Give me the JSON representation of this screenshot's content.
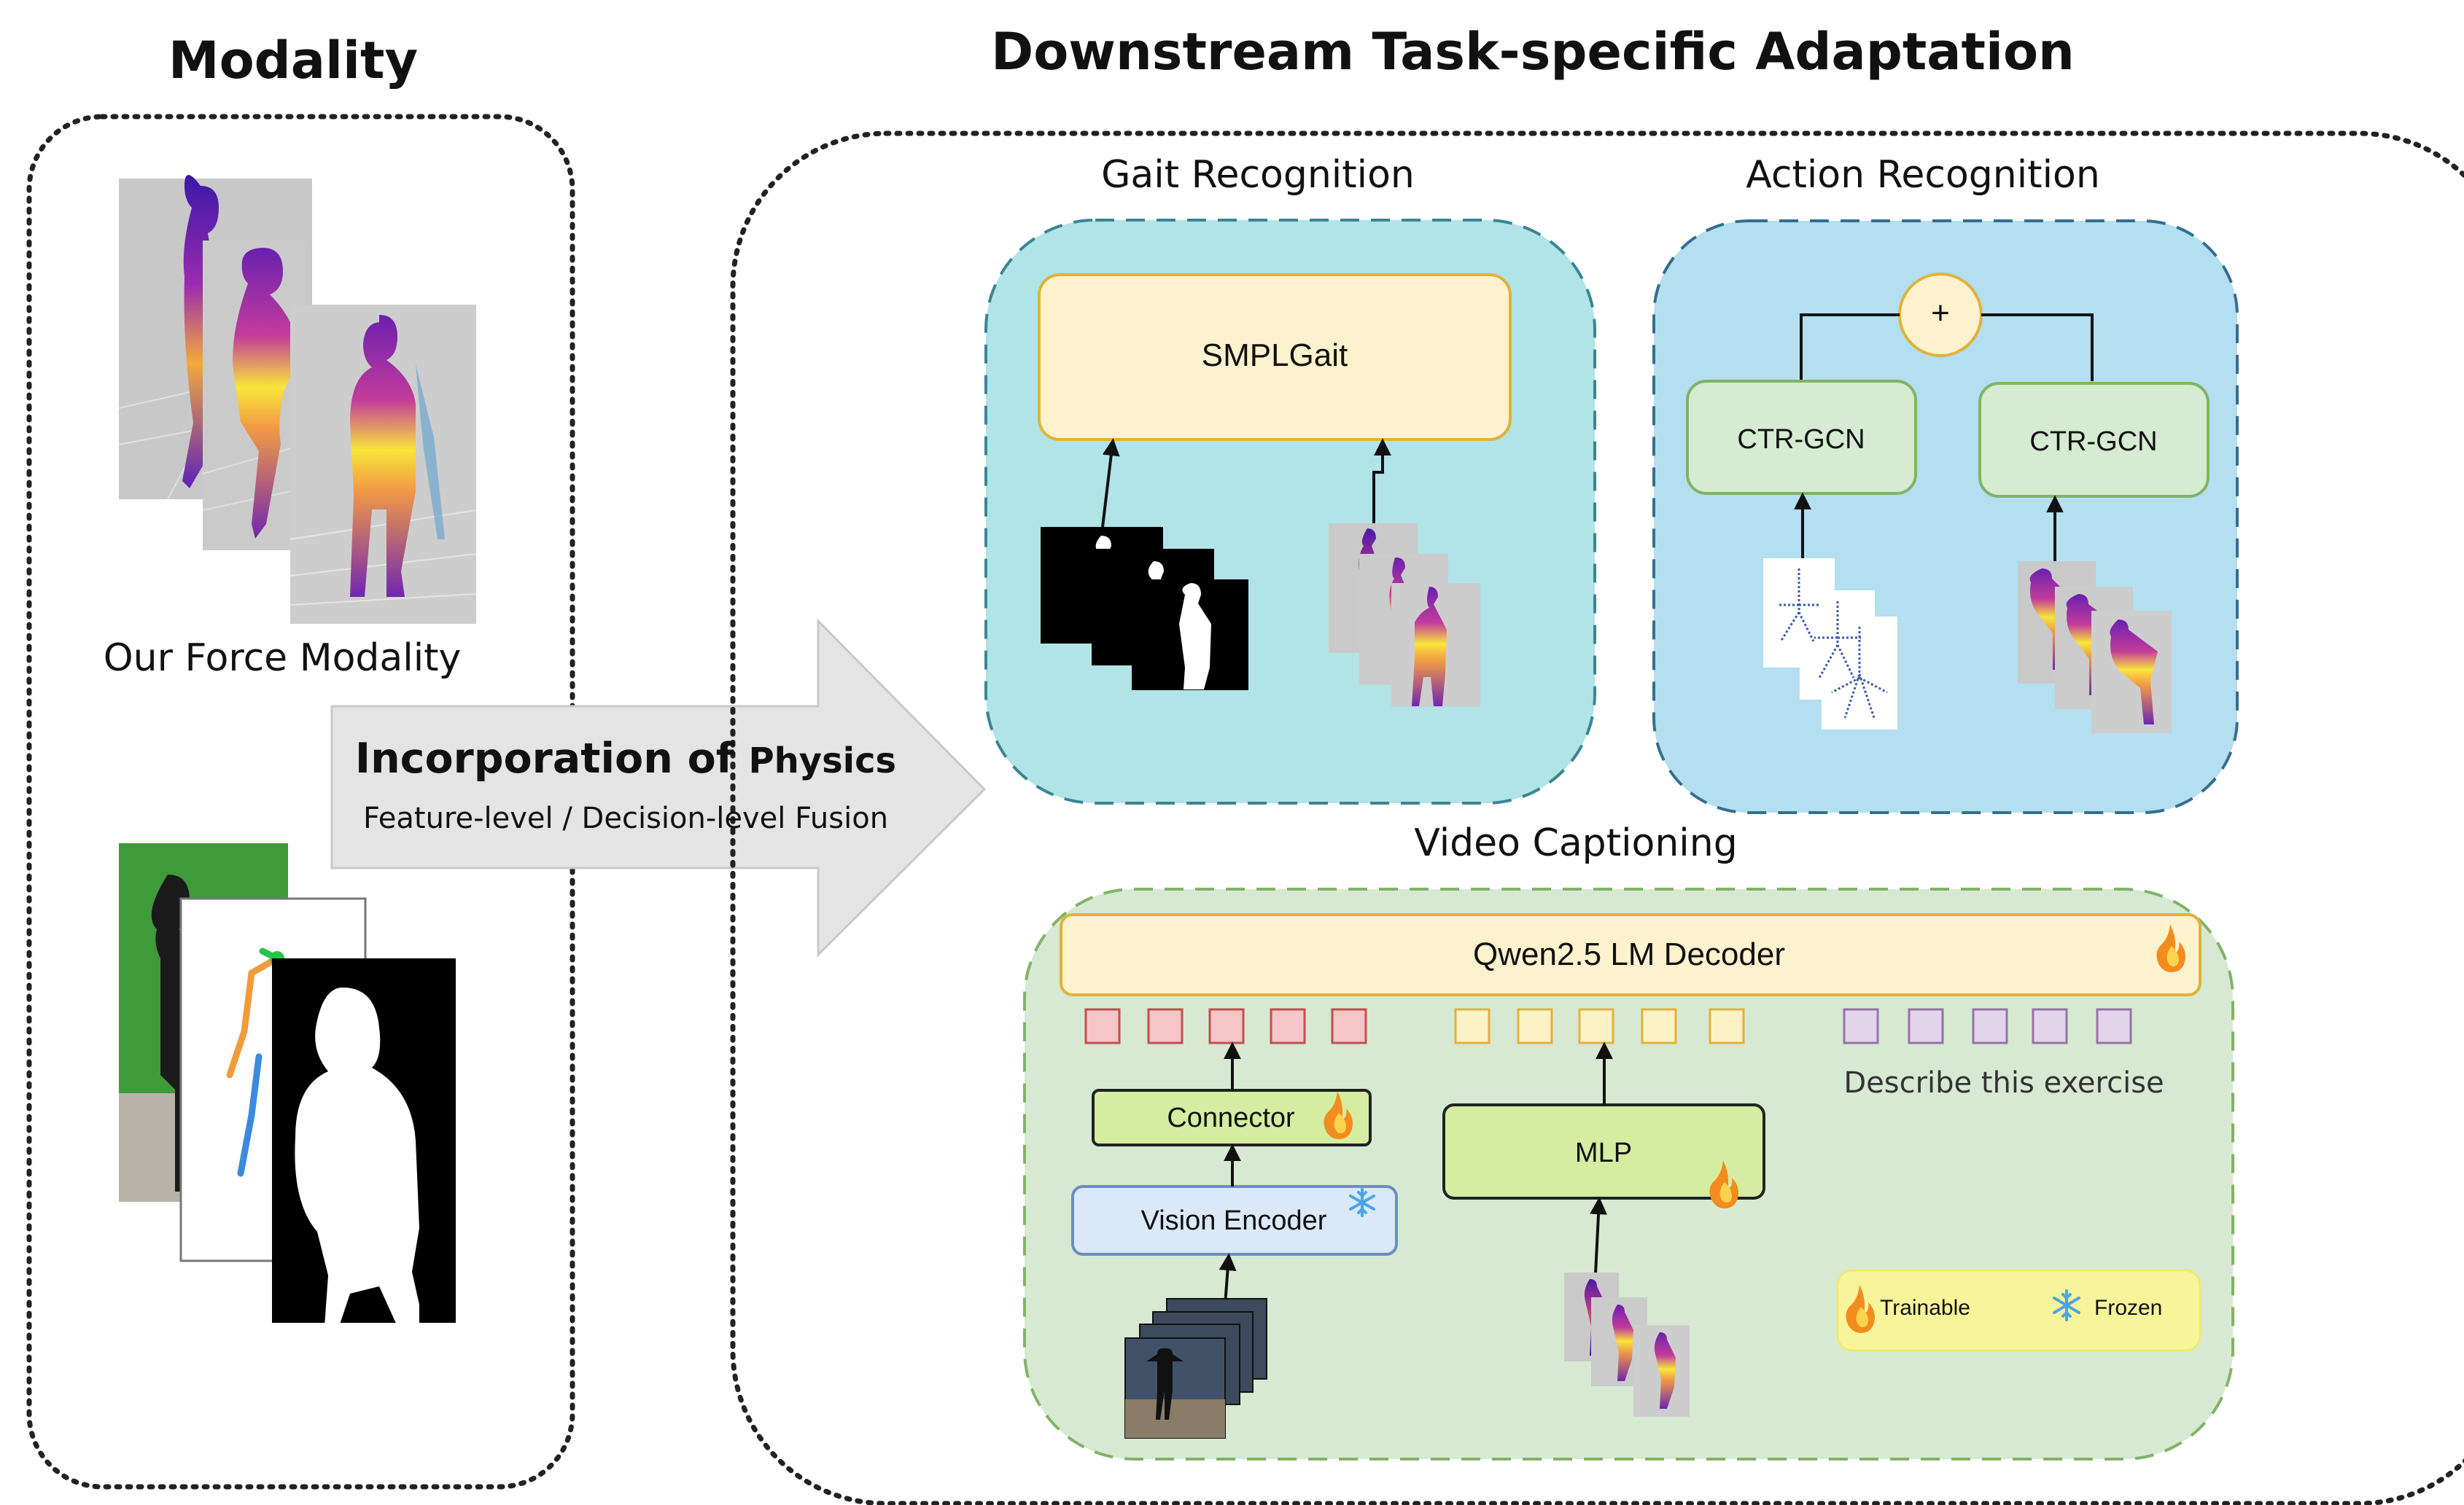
{
  "modality_panel": {
    "title": "Modality",
    "force_caption": "Our Force Modality"
  },
  "fusion_arrow": {
    "title_main": "Incorporation of ",
    "title_small": "Physics",
    "subtitle": "Feature-level / Decision-level Fusion"
  },
  "downstream": {
    "title": "Downstream Task-specific Adaptation",
    "gait": {
      "title": "Gait Recognition",
      "model": "SMPLGait"
    },
    "action": {
      "title": "Action Recognition",
      "sum_symbol": "+",
      "branch_left": "CTR-GCN",
      "branch_right": "CTR-GCN"
    },
    "captioning": {
      "title": "Video Captioning",
      "decoder": "Qwen2.5 LM Decoder",
      "connector": "Connector",
      "vision_encoder": "Vision Encoder",
      "mlp": "MLP",
      "prompt": "Describe this exercise",
      "legend": {
        "trainable": "Trainable",
        "frozen": "Frozen"
      }
    }
  },
  "colors": {
    "gait_bg": "#b1e4e6",
    "action_bg": "#b3dff0",
    "caption_bg": "#d8e9d3",
    "decoder_fill": "#fdf2cd",
    "token_red": "#f4c6c8",
    "token_yellow": "#fdf1c6",
    "token_purple": "#e2d4ea",
    "mlp_fill": "#d4eda1",
    "vision_fill": "#dbe8f8",
    "ctr_fill": "#d5ebd2",
    "legend_bg": "#f8f49a"
  },
  "icons": [
    "fire-icon",
    "snowflake-icon",
    "arrow-icon"
  ]
}
